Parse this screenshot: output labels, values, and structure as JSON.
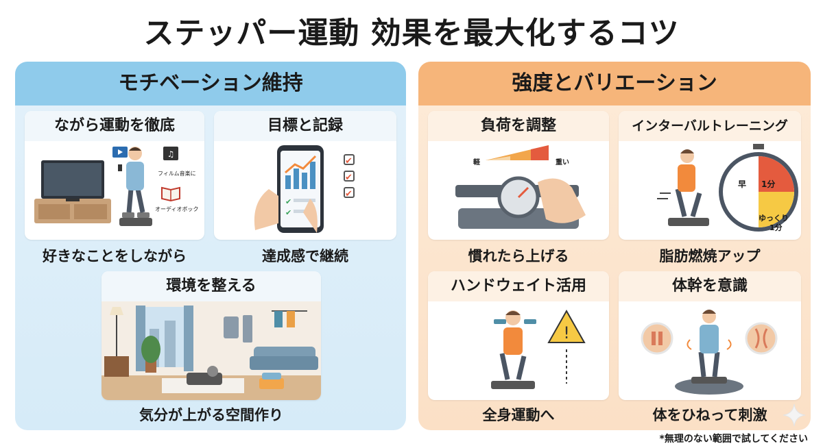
{
  "title": "ステッパー運動 効果を最大化するコツ",
  "left": {
    "heading": "モチベーション維持",
    "cards": [
      {
        "title": "ながら運動を徹底",
        "caption": "好きなことをしながら",
        "labels": [
          "フィルム音楽に",
          "オーディオボック"
        ]
      },
      {
        "title": "目標と記録",
        "caption": "達成感で継続"
      },
      {
        "title": "環境を整える",
        "caption": "気分が上がる空間作り"
      }
    ]
  },
  "right": {
    "heading": "強度とバリエーション",
    "cards": [
      {
        "title": "負荷を調整",
        "caption": "慣れたら上げる",
        "labels": [
          "軽",
          "重い"
        ]
      },
      {
        "title": "インターバルトレーニング",
        "caption": "脂肪燃焼アップ",
        "labels": [
          "早",
          "1分",
          "ゆっくり",
          "1分"
        ]
      },
      {
        "title": "ハンドウェイト活用",
        "caption": "全身運動へ"
      },
      {
        "title": "体幹を意識",
        "caption": "体をひねって刺激"
      }
    ]
  },
  "note": "*無理のない範囲で試してください",
  "colors": {
    "left_header": "#8fcbeb",
    "left_bg": "#d6ebf8",
    "right_header": "#f6b57a",
    "right_bg": "#fbe0c6",
    "accent_orange": "#f28a3c",
    "accent_red": "#e45b3e"
  }
}
